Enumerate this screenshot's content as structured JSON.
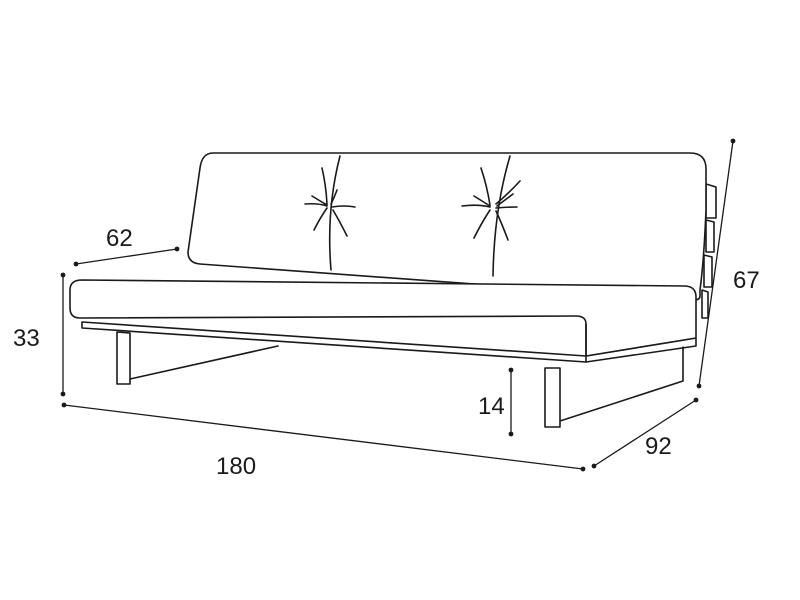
{
  "dimensions": {
    "backrest_depth": "62",
    "seat_height": "33",
    "total_height": "67",
    "leg_height": "14",
    "width": "180",
    "depth": "92"
  },
  "colors": {
    "stroke": "#1a1a1a",
    "background": "#ffffff"
  }
}
